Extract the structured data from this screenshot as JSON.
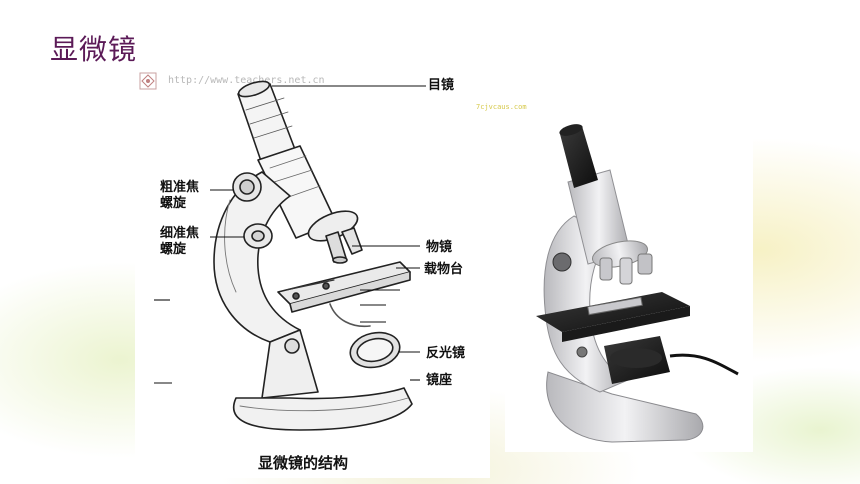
{
  "slide": {
    "title": "显微镜"
  },
  "diagram": {
    "watermark": "http://www.teachers.net.cn",
    "caption": "显微镜的结构",
    "labels": {
      "eyepiece": "目镜",
      "coarse_focus_line1": "粗准焦",
      "coarse_focus_line2": "螺旋",
      "fine_focus_line1": "细准焦",
      "fine_focus_line2": "螺旋",
      "objective": "物镜",
      "stage": "载物台",
      "mirror": "反光镜",
      "base": "镜座"
    }
  },
  "photo": {
    "watermark": "7cjvcaus.com"
  },
  "colors": {
    "title": "#5b1a57",
    "background_tint": "#e8f0b0"
  }
}
